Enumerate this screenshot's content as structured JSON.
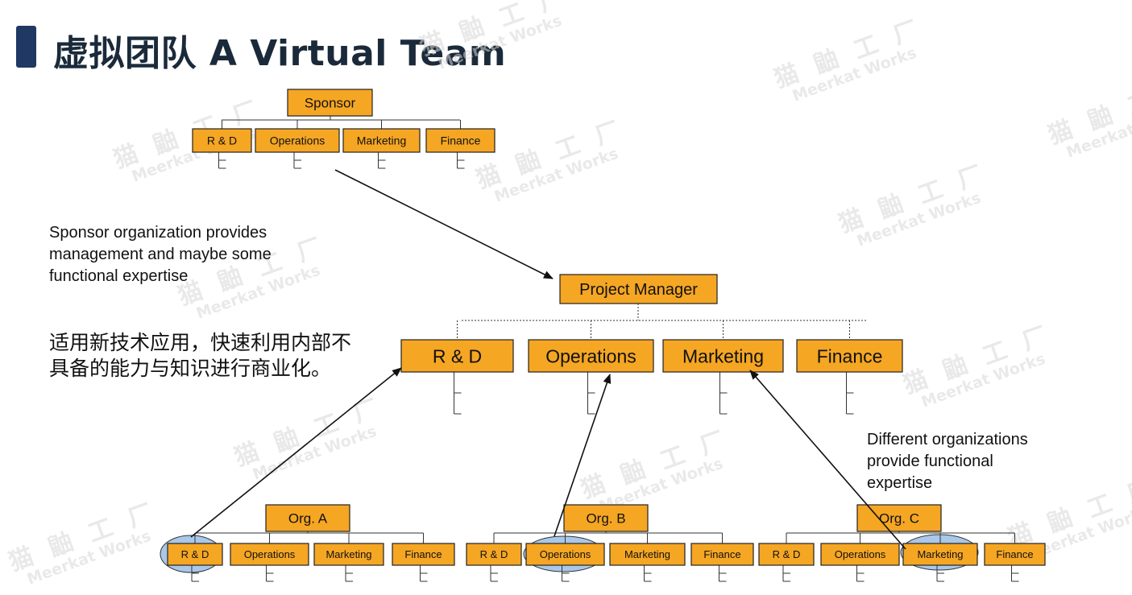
{
  "title": "虚拟团队 A Virtual Team",
  "notes": {
    "sponsor": "Sponsor organization provides\nmanagement and maybe some\nfunctional expertise",
    "chinese": "适用新技术应用，快速利用内部不\n具备的能力与知识进行商业化。",
    "different": "Different organizations\nprovide functional\nexpertise"
  },
  "watermark": {
    "cn": "猫 鼬 工 厂",
    "en": "Meerkat Works"
  },
  "colors": {
    "box_fill": "#f5a623",
    "box_border": "#222222",
    "ellipse": "#a9c8ea",
    "title_bar": "#1f3864"
  },
  "sponsor_org": {
    "head": "Sponsor",
    "units": [
      "R & D",
      "Operations",
      "Marketing",
      "Finance"
    ]
  },
  "project_org": {
    "head": "Project Manager",
    "units": [
      "R & D",
      "Operations",
      "Marketing",
      "Finance"
    ]
  },
  "orgs": [
    {
      "head": "Org. A",
      "units": [
        "R & D",
        "Operations",
        "Marketing",
        "Finance"
      ],
      "highlighted": "R & D"
    },
    {
      "head": "Org. B",
      "units": [
        "R & D",
        "Operations",
        "Marketing",
        "Finance"
      ],
      "highlighted": "Operations"
    },
    {
      "head": "Org. C",
      "units": [
        "R & D",
        "Operations",
        "Marketing",
        "Finance"
      ],
      "highlighted": "Marketing"
    }
  ]
}
